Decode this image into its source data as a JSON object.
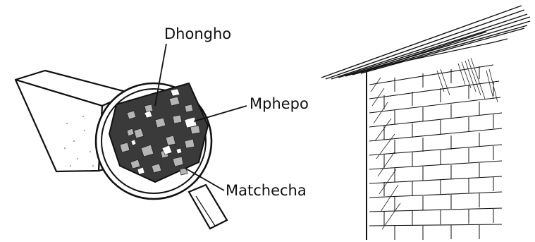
{
  "labels": {
    "dhongho": "Dhongho",
    "mphepo": "Mphepo",
    "matchecha": "Matchecha"
  },
  "colors": {
    "ink": "#111111",
    "paper": "#ffffff",
    "brick_interior": "#3a3a3a",
    "stone_fill": "#b5b5b5",
    "air_pocket": "#ffffff"
  },
  "icons": {
    "brick": "brick-icon",
    "magnifier": "magnifying-glass-icon",
    "wall": "brick-wall-icon",
    "roof": "roof-icon"
  }
}
